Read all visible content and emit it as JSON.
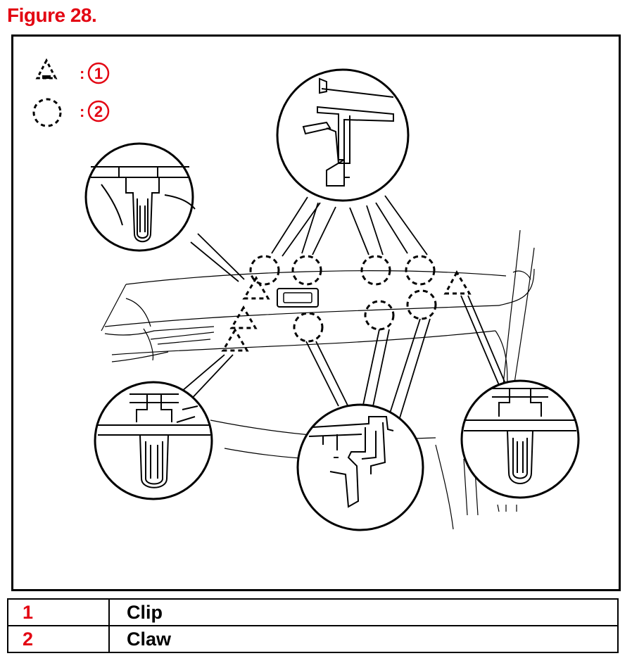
{
  "figure": {
    "title": "Figure 28."
  },
  "legend_key": [
    {
      "symbol": "dashed-triangle",
      "separator": ":",
      "number": "1"
    },
    {
      "symbol": "dashed-circle",
      "separator": ":",
      "number": "2"
    }
  ],
  "parts_table": [
    {
      "number": "1",
      "name": "Clip"
    },
    {
      "number": "2",
      "name": "Claw"
    }
  ],
  "colors": {
    "accent": "#e30613",
    "line": "#000000",
    "background": "#ffffff"
  }
}
